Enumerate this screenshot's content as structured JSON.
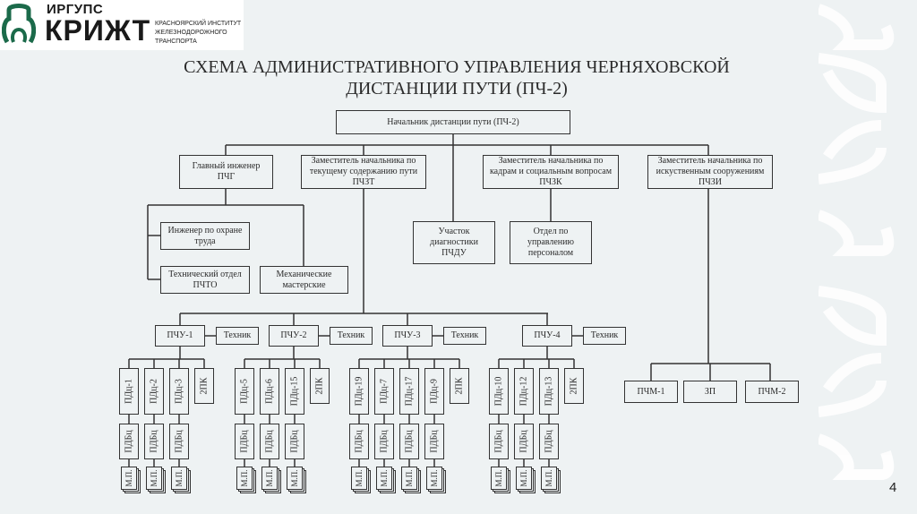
{
  "header": {
    "logo_top": "ИРГУПС",
    "logo_main": "КРИЖТ",
    "logo_sub": [
      "КРАСНОЯРСКИЙ ИНСТИТУТ",
      "ЖЕЛЕЗНОДОРОЖНОГО",
      "ТРАНСПОРТА"
    ],
    "brand_color": "#1b6a4a"
  },
  "title_lines": [
    "СХЕМА АДМИНИСТРАТИВНОГО УПРАВЛЕНИЯ ЧЕРНЯХОВСКОЙ",
    "ДИСТАНЦИИ ПУТИ (ПЧ-2)"
  ],
  "page_number": "4",
  "org": {
    "root": "Начальник дистанции пути (ПЧ-2)",
    "chief_engineer": {
      "label": [
        "Главный инженер",
        "ПЧГ"
      ],
      "children": [
        [
          "Инженер по охране",
          "труда"
        ],
        [
          "Технический отдел",
          "ПЧТО"
        ],
        [
          "Механические",
          "мастерские"
        ]
      ]
    },
    "deputy_track": {
      "label": [
        "Заместитель начальника по",
        "текущему содержанию пути",
        "ПЧЗТ"
      ]
    },
    "diagnostics": {
      "label": [
        "Участок",
        "диагностики",
        "ПЧДУ"
      ]
    },
    "deputy_hr": {
      "label": [
        "Заместитель начальника по",
        "кадрам и социальным вопросам",
        "ПЧЗК"
      ],
      "children": [
        [
          "Отдел по",
          "управлению",
          "персоналом"
        ]
      ]
    },
    "deputy_structures": {
      "label": [
        "Заместитель начальника по",
        "искуственным сооружениям",
        "ПЧЗИ"
      ],
      "children": [
        "ПЧМ-1",
        "ЗП",
        "ПЧМ-2"
      ]
    },
    "sections": [
      {
        "name": "ПЧУ-1",
        "tech": "Техник",
        "units": [
          "ПДц-1",
          "ПДц-2",
          "ПДц-3"
        ],
        "extra": "2ПК"
      },
      {
        "name": "ПЧУ-2",
        "tech": "Техник",
        "units": [
          "ПДц-5",
          "ПДц-6",
          "ПДц-15"
        ],
        "extra": "2ПК"
      },
      {
        "name": "ПЧУ-3",
        "tech": "Техник",
        "units": [
          "ПДц-19",
          "ПДц-7",
          "ПДц-17",
          "ПДц-9"
        ],
        "extra": "2ПК"
      },
      {
        "name": "ПЧУ-4",
        "tech": "Техник",
        "units": [
          "ПДц-10",
          "ПДц-12",
          "ПДц-13"
        ],
        "extra": "2ПК"
      }
    ],
    "brigade_label": "ПДБц",
    "team_label": "М.П."
  }
}
